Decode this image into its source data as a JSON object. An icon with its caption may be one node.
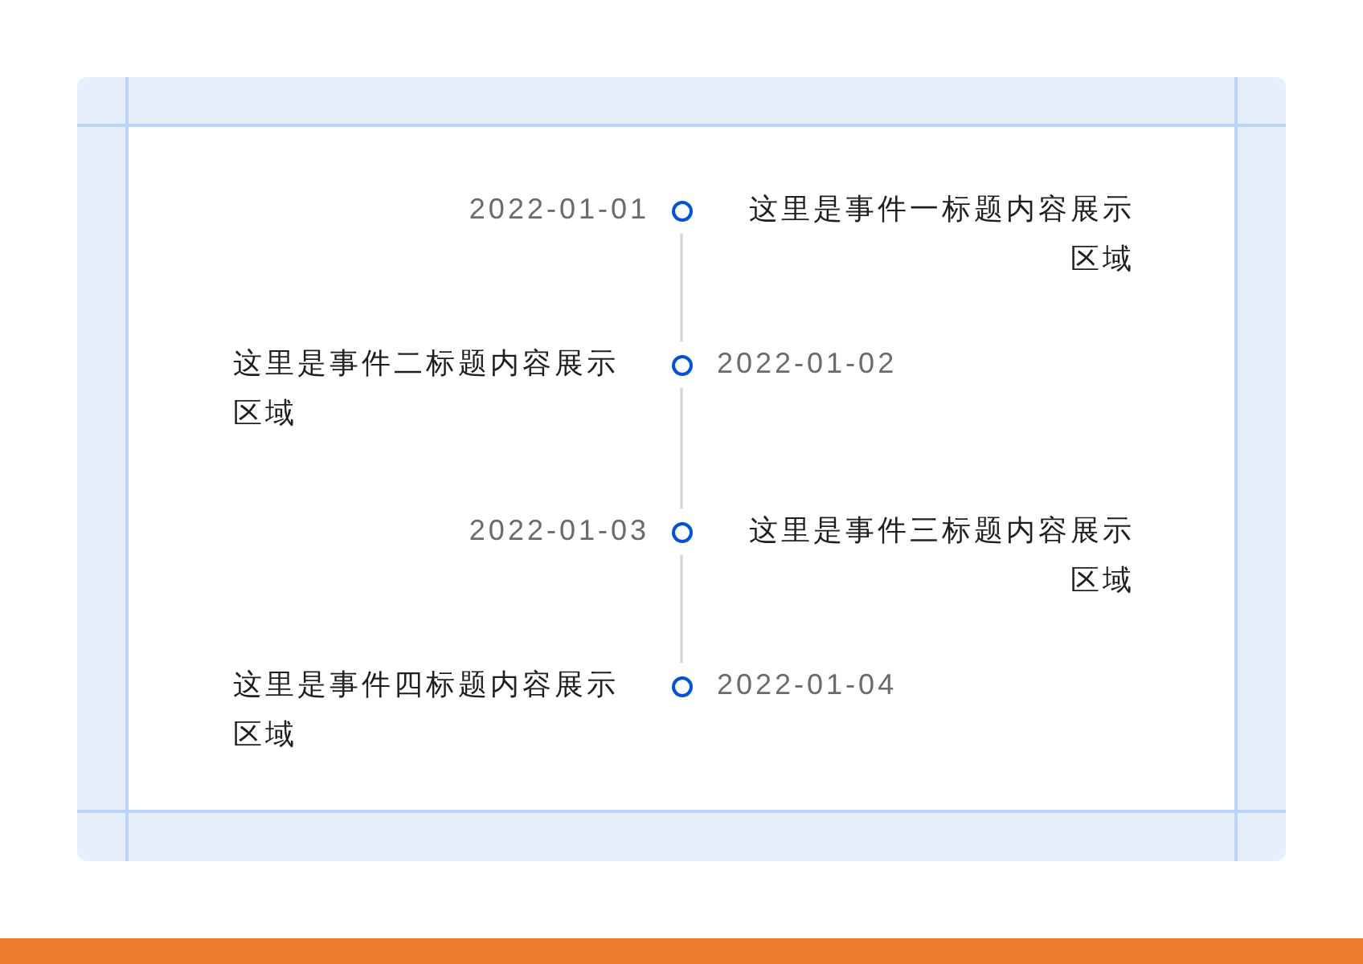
{
  "diagram": {
    "nodes": [
      {
        "text": [],
        "shape": "circle",
        "beside": [
          "2022-01-01",
          "这里是事件一标题内容展示区域"
        ]
      },
      {
        "text": [],
        "shape": "circle",
        "beside": [
          "2022-01-02",
          "这里是事件二标题内容展示区域"
        ]
      },
      {
        "text": [],
        "shape": "circle",
        "beside": [
          "2022-01-03",
          "这里是事件三标题内容展示区域"
        ]
      },
      {
        "text": [],
        "shape": "circle",
        "beside": [
          "2022-01-04",
          "这里是事件四标题内容展示区域"
        ]
      }
    ],
    "edges": [
      {
        "from": 0,
        "to": 1,
        "arrow": "none"
      },
      {
        "from": 1,
        "to": 2,
        "arrow": "none"
      },
      {
        "from": 2,
        "to": 3,
        "arrow": "none"
      }
    ]
  }
}
